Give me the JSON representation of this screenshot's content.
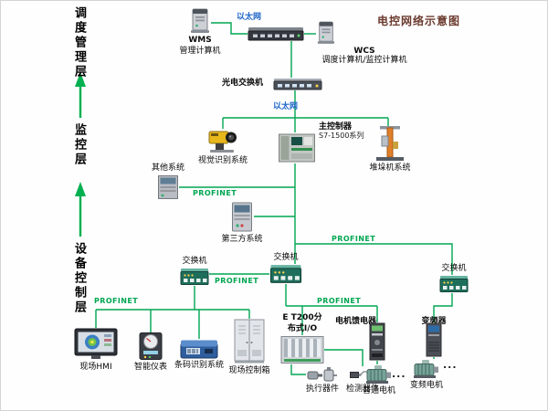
{
  "title": "电控网络示意图",
  "layers": {
    "management": "调度管理层",
    "monitor": "监控层",
    "device": "设备控制层"
  },
  "net": {
    "ethernet_top": "以太网",
    "ethernet_mid": "以太网",
    "profinet": [
      "PROFINET",
      "PROFINET",
      "PROFINET",
      "PROFINET",
      "PROFINET"
    ]
  },
  "nodes": {
    "wms": {
      "name": "WMS",
      "desc": "管理计算机"
    },
    "wcs": {
      "name": "WCS",
      "desc": "调度计算机/监控计算机"
    },
    "optical_switch": {
      "label": "光电交换机"
    },
    "plc": {
      "name": "主控制器",
      "desc": "S7-1500系列"
    },
    "vision": {
      "label": "视觉识别系统"
    },
    "stacker": {
      "label": "堆垛机系统"
    },
    "other": {
      "label": "其他系统"
    },
    "third_party": {
      "label": "第三方系统"
    },
    "switch_left": {
      "label": "交换机"
    },
    "switch_mid": {
      "label": "交换机"
    },
    "switch_right": {
      "label": "交换机"
    },
    "hmi": {
      "label": "现场HMI"
    },
    "meter": {
      "label": "智能仪表"
    },
    "barcode": {
      "label": "条码识别系统"
    },
    "control_box": {
      "label": "现场控制箱"
    },
    "et200": {
      "label_line1": "E T200分",
      "label_line2": "布式I/O"
    },
    "actuator": {
      "label": "执行器件"
    },
    "sensor": {
      "label": "检测器件"
    },
    "feeder": {
      "label": "电机馈电器"
    },
    "motor": {
      "label": "普通电机"
    },
    "inverter": {
      "label": "变频器"
    },
    "vfd_motor": {
      "label": "变频电机"
    },
    "ellipsis1": "...",
    "ellipsis2": "..."
  },
  "colors": {
    "wire": "#00A651",
    "ethernet_text": "#1E66C8",
    "profinet_text": "#00A651",
    "title_text": "#6B3A2E"
  }
}
